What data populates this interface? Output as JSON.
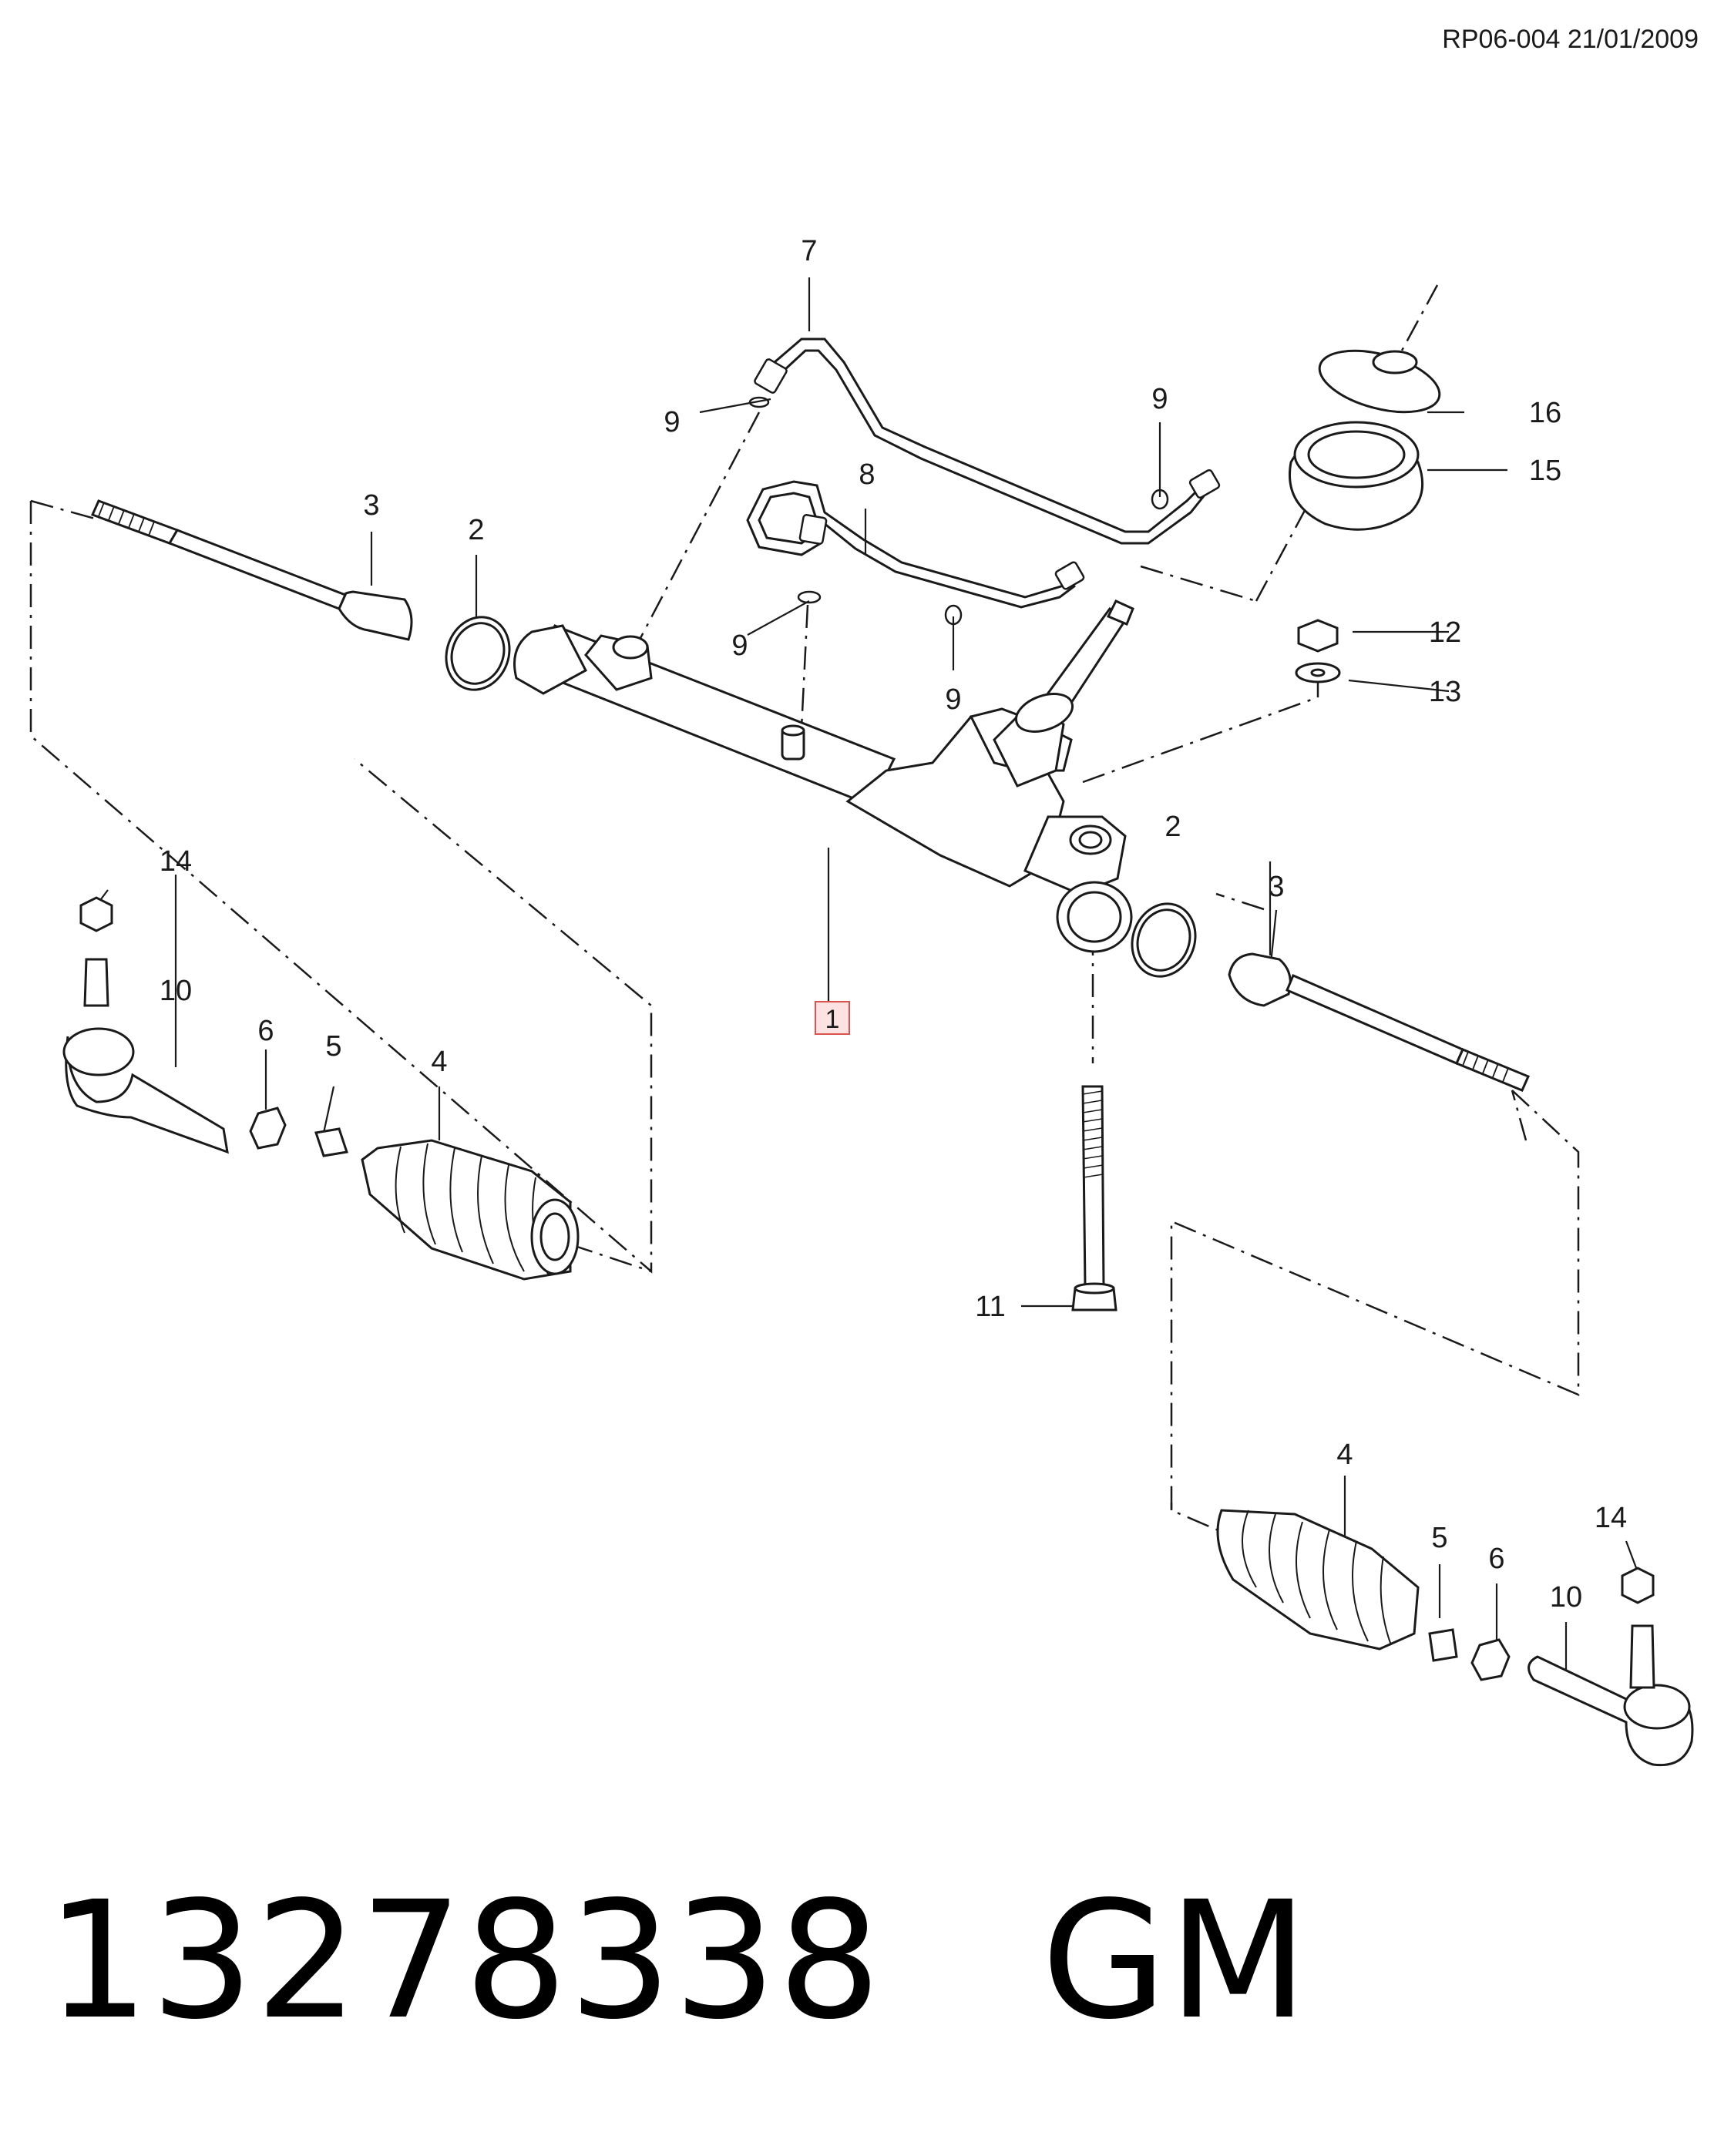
{
  "header": {
    "doc_ref": "RP06-004 21/01/2009"
  },
  "footer": {
    "part_number": "13278338",
    "brand": "GM"
  },
  "callouts": {
    "c1": "1",
    "c2a": "2",
    "c2b": "2",
    "c3a": "3",
    "c3b": "3",
    "c4a": "4",
    "c4b": "4",
    "c5a": "5",
    "c5b": "5",
    "c6a": "6",
    "c6b": "6",
    "c7": "7",
    "c8": "8",
    "c9a": "9",
    "c9b": "9",
    "c9c": "9",
    "c9d": "9",
    "c10a": "10",
    "c10b": "10",
    "c11": "11",
    "c12": "12",
    "c13": "13",
    "c14a": "14",
    "c14b": "14",
    "c15": "15",
    "c16": "16"
  },
  "colors": {
    "line": "#1a1a1a",
    "highlight_border": "#d9534f",
    "highlight_fill": "#fde2e2"
  }
}
